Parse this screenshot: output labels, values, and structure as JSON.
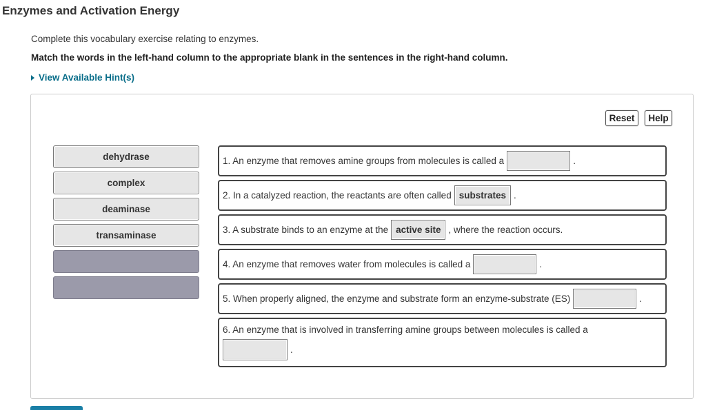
{
  "page": {
    "title": "Enzymes and Activation Energy",
    "intro": "Complete this vocabulary exercise relating to enzymes.",
    "instructions": "Match the words in the left-hand column to the appropriate blank in the sentences in the right-hand column.",
    "hint_label": "View Available Hint(s)"
  },
  "toolbar": {
    "reset_label": "Reset",
    "help_label": "Help"
  },
  "word_bank": [
    "dehydrase",
    "complex",
    "deaminase",
    "transaminase"
  ],
  "sentences": [
    {
      "before": "1. An enzyme that removes amine groups from molecules is called a",
      "answer": "",
      "after": "."
    },
    {
      "before": "2. In a catalyzed reaction, the reactants are often called",
      "answer": "substrates",
      "after": "."
    },
    {
      "before": "3. A substrate binds to an enzyme at the",
      "answer": "active site",
      "after": ", where the reaction occurs."
    },
    {
      "before": "4. An enzyme that removes water from molecules is called a",
      "answer": "",
      "after": "."
    },
    {
      "before": "5. When properly aligned, the enzyme and substrate form an enzyme-substrate (ES)",
      "answer": "",
      "after": "."
    },
    {
      "before": "6. An enzyme that is involved in transferring amine groups between molecules is called a",
      "answer": "",
      "after": "."
    }
  ],
  "colors": {
    "link": "#0a6e8a",
    "empty_slot": "#9b9aaa",
    "tile": "#e6e6e6"
  }
}
